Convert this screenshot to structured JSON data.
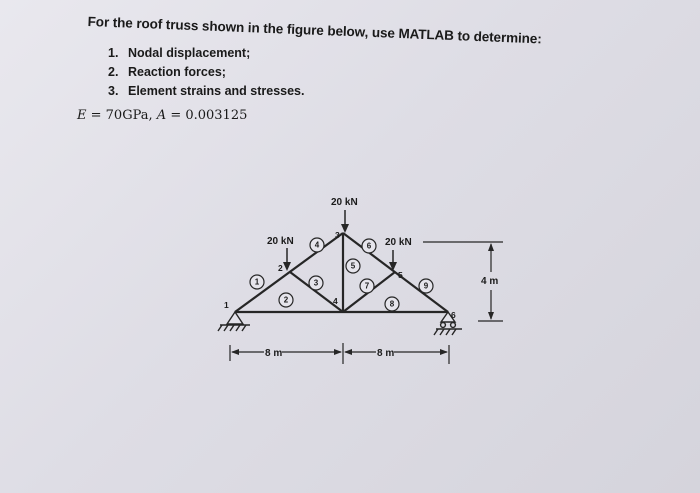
{
  "problem": {
    "title": "For the roof truss shown in the figure below, use MATLAB to determine:",
    "items": [
      {
        "num": "1.",
        "text": "Nodal displacement;"
      },
      {
        "num": "2.",
        "text": "Reaction forces;"
      },
      {
        "num": "3.",
        "text": "Element strains and stresses."
      }
    ],
    "properties": {
      "e_label": "E",
      "e_value": "= 70GPa,",
      "a_label": "A",
      "a_value": "= 0.003125"
    }
  },
  "figure": {
    "loads": {
      "top": "20 kN",
      "left": "20 kN",
      "right": "20 kN"
    },
    "dimensions": {
      "left_span": "8 m",
      "right_span": "8 m",
      "height": "4 m"
    },
    "node_labels": [
      "1",
      "2",
      "3",
      "4",
      "5",
      "6"
    ],
    "element_labels": [
      "1",
      "2",
      "3",
      "4",
      "5",
      "6",
      "7",
      "8",
      "9"
    ]
  }
}
